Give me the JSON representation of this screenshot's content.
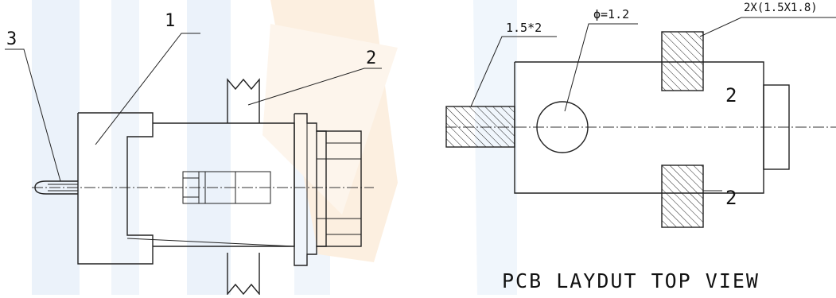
{
  "side_view": {
    "callout_1": "1",
    "callout_2": "2",
    "callout_3": "3"
  },
  "pcb_layout": {
    "dim_rect": "1.5*2",
    "dim_hole": "ϕ=1.2",
    "dim_pads": "2X(1.5X1.8)",
    "pad_label_top": "2",
    "pad_label_bottom": "2",
    "caption": "PCB LAYDUT TOP VIEW"
  },
  "colors": {
    "line": "#222222",
    "watermark_blue": "#dbe8f6",
    "watermark_orange": "#fbe3c8"
  }
}
